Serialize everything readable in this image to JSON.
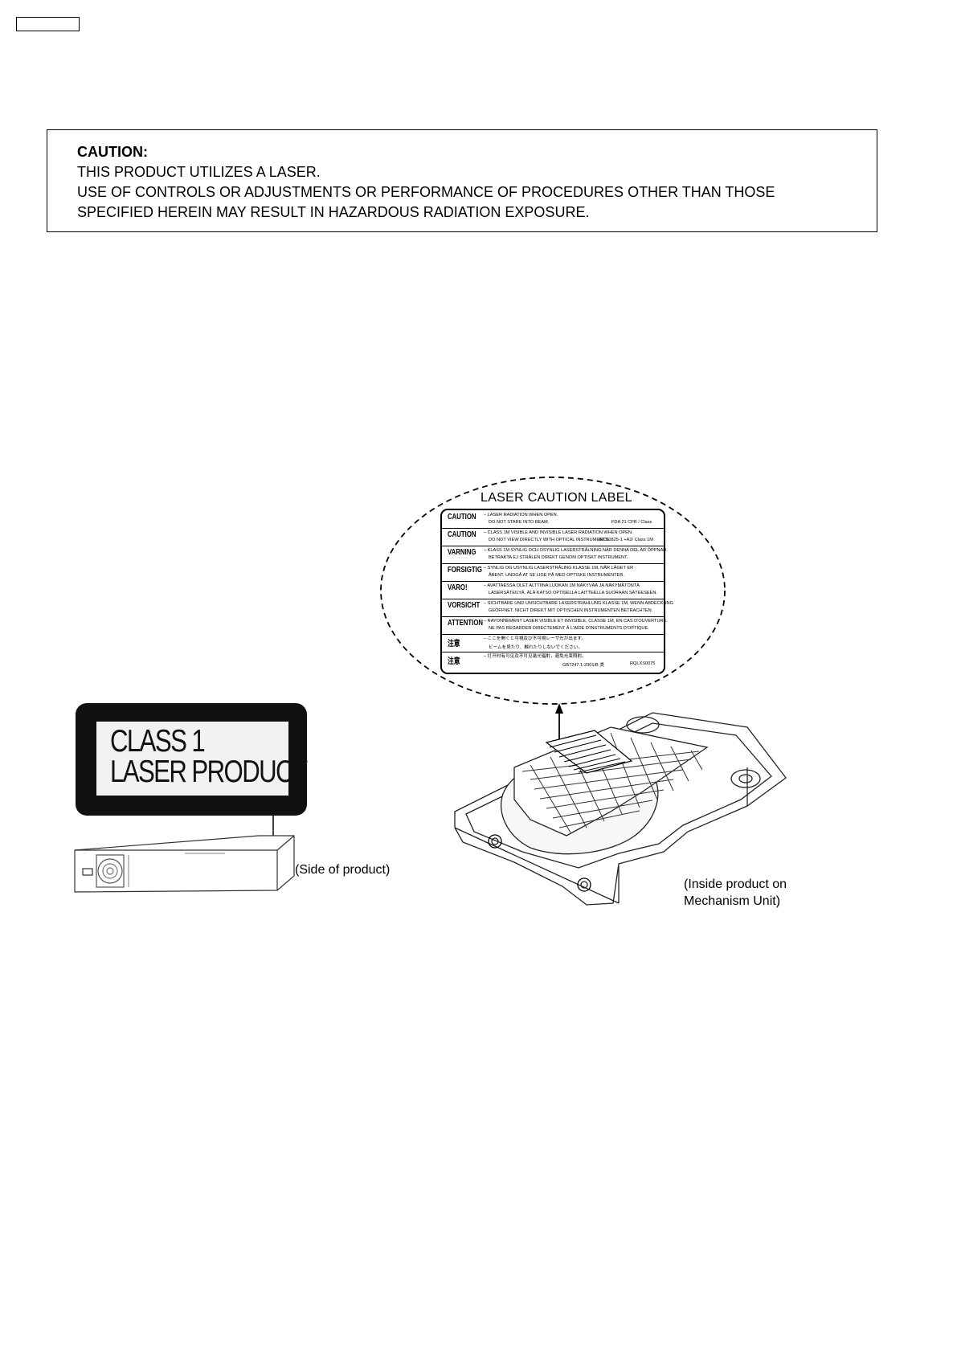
{
  "caution_notice": {
    "heading": "CAUTION:",
    "line1": "THIS PRODUCT UTILIZES A LASER.",
    "line2": "USE OF CONTROLS OR ADJUSTMENTS OR PERFORMANCE OF PROCEDURES OTHER THAN THOSE",
    "line3": "SPECIFIED HEREIN MAY RESULT IN HAZARDOUS RADIATION EXPOSURE."
  },
  "class_label": {
    "line1": "CLASS 1",
    "line2": "LASER PRODUCT"
  },
  "captions": {
    "side": "(Side of product)",
    "inside_line1": "(Inside product on",
    "inside_line2": "Mechanism Unit)"
  },
  "laser_label": {
    "title": "LASER CAUTION LABEL",
    "rows": [
      {
        "key": "CAUTION",
        "text1": "– LASER RADIATION WHEN OPEN.",
        "text2": "DO NOT STARE INTO BEAM.",
        "text3": "FDA 21 CFR / Class"
      },
      {
        "key": "CAUTION",
        "text1": "– CLASS 1M VISIBLE AND INVISIBLE LASER RADIATION WHEN OPEN.",
        "text2": "DO NOT VIEW DIRECTLY WITH OPTICAL INSTRUMENTS.",
        "text3": "IEC60825-1 +A2/ Class 1M"
      },
      {
        "key": "VARNING",
        "text1": "– KLASS 1M SYNLIG OCH OSYNLIG LASERSTRÅLNING NÄR DENNA DEL ÄR ÖPPNAD.",
        "text2": "BETRAKTA EJ STRÅLEN DIREKT GENOM OPTISKT INSTRUMENT.",
        "text3": ""
      },
      {
        "key": "FORSIGTIG",
        "text1": "– SYNLIG OG USYNLIG LASERSTRÅLING KLASSE 1M, NÅR LÅGET ER",
        "text2": "ÅBENT. UNDGÅ AT SE LIGE PÅ MED OPTISKE INSTRUMENTER.",
        "text3": ""
      },
      {
        "key": "VARO!",
        "text1": "– AVATTAESSA OLET ALTTIINA LUOKAN 1M NÄKYVÄÄ JA NÄKYMÄTÖNTÄ",
        "text2": "LASERSÄTEILYÄ. ÄLÄ KATSO OPTISELLA LAITTEELLA SUORAAN SÄTEESEEN.",
        "text3": ""
      },
      {
        "key": "VORSICHT",
        "text1": "– SICHTBARE UND UNSICHTBARE LASERSTRAHLUNG KLASSE 1M, WENN ABDECKUNG",
        "text2": "GEÖFFNET. NICHT DIREKT MIT OPTISCHEN INSTRUMENTEN BETRACHTEN.",
        "text3": ""
      },
      {
        "key": "ATTENTION",
        "text1": "– RAYONNEMENT LASER VISIBLE ET INVISIBLE, CLASSE 1M, EN CAS D'OUVERTURE.",
        "text2": "NE PAS REGARDER DIRECTEMENT À L'AIDE D'INSTRUMENTS D'OPTIQUE.",
        "text3": ""
      },
      {
        "key": "注意",
        "text1": "– ここを開くと可視及び不可視レーザ光が出ます。",
        "text2": "ビームを見たり、触れたりしないでください。",
        "text3": ""
      },
      {
        "key": "注意",
        "text1": "– 打开时有可见及不可见激光辐射，避免光束照射。",
        "text2": "GB7247.1-2001/B 类",
        "text3": "RQLXS0075"
      }
    ]
  }
}
